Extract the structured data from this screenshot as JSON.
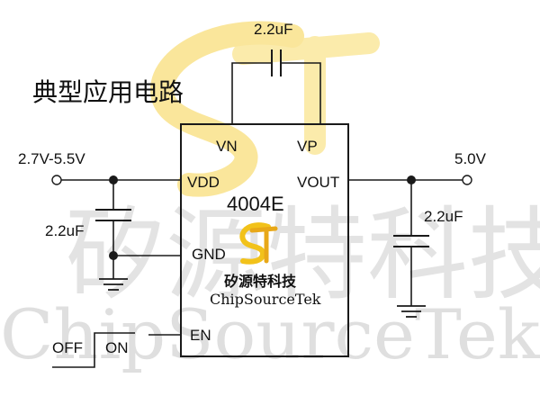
{
  "heading": "典型应用电路",
  "chip": {
    "part_number": "4004E",
    "pins": {
      "vn": "VN",
      "vp": "VP",
      "vdd": "VDD",
      "vout": "VOUT",
      "gnd": "GND",
      "en": "EN"
    },
    "brand_cn": "矽源特科技",
    "brand_en": "ChipSourceTek"
  },
  "components": {
    "flying_cap": "2.2uF",
    "input_cap": "2.2uF",
    "output_cap": "2.2uF"
  },
  "nets": {
    "input_voltage": "2.7V-5.5V",
    "output_voltage": "5.0V"
  },
  "enable_switch": {
    "off_label": "OFF",
    "on_label": "ON"
  },
  "watermark": {
    "logo_text": "ST",
    "cn": "矽源特科技",
    "en": "ChipSourceTek",
    "color": "#f3c62a"
  }
}
